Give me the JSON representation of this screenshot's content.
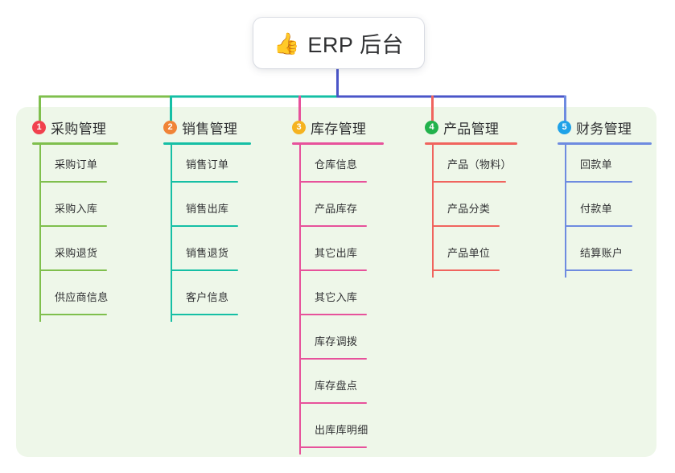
{
  "root": {
    "icon": "thumbs-up-icon",
    "emoji": "👍",
    "title": "ERP 后台"
  },
  "palette": {
    "panel_bg": "#EEF7E9",
    "text": "#303133",
    "root_stem": "#4A55C8",
    "bus_left": "#7FBF4D",
    "bus_mid": "#15BFA5",
    "bus_right": "#4A55C8"
  },
  "columns": [
    {
      "index": "1",
      "title": "采购管理",
      "badge_color": "#F1414E",
      "line_color": "#7FBF4D",
      "items": [
        "采购订单",
        "采购入库",
        "采购退货",
        "供应商信息"
      ]
    },
    {
      "index": "2",
      "title": "销售管理",
      "badge_color": "#F08437",
      "line_color": "#15BFA5",
      "items": [
        "销售订单",
        "销售出库",
        "销售退货",
        "客户信息"
      ]
    },
    {
      "index": "3",
      "title": "库存管理",
      "badge_color": "#F5B320",
      "line_color": "#E7529B",
      "items": [
        "仓库信息",
        "产品库存",
        "其它出库",
        "其它入库",
        "库存调拨",
        "库存盘点",
        "出库库明细"
      ]
    },
    {
      "index": "4",
      "title": "产品管理",
      "badge_color": "#22B24C",
      "line_color": "#F0645E",
      "items": [
        "产品（物料）",
        "产品分类",
        "产品单位"
      ]
    },
    {
      "index": "5",
      "title": "财务管理",
      "badge_color": "#1FA2E8",
      "line_color": "#6E8BE0",
      "items": [
        "回款单",
        "付款单",
        "结算账户"
      ]
    }
  ]
}
